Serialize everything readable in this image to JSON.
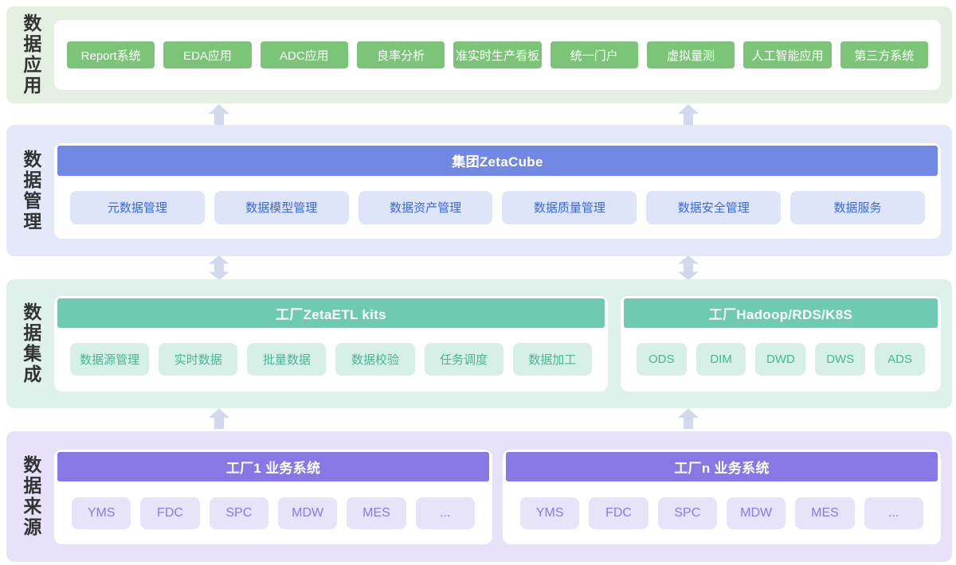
{
  "diagram": {
    "layers": [
      {
        "label": "数据应用",
        "panels": [
          {
            "header": "",
            "items": [
              "Report系统",
              "EDA应用",
              "ADC应用",
              "良率分析",
              "准实时生产看板",
              "统一门户",
              "虚拟量测",
              "人工智能应用",
              "第三方系统"
            ]
          }
        ]
      },
      {
        "label": "数据管理",
        "panels": [
          {
            "header": "集团ZetaCube",
            "items": [
              "元数据管理",
              "数据模型管理",
              "数据资产管理",
              "数据质量管理",
              "数据安全管理",
              "数据服务"
            ]
          }
        ]
      },
      {
        "label": "数据集成",
        "panels": [
          {
            "header": "工厂ZetaETL kits",
            "items": [
              "数据源管理",
              "实时数据",
              "批量数据",
              "数据校验",
              "任务调度",
              "数据加工"
            ]
          },
          {
            "header": "工厂Hadoop/RDS/K8S",
            "items": [
              "ODS",
              "DIM",
              "DWD",
              "DWS",
              "ADS"
            ]
          }
        ]
      },
      {
        "label": "数据来源",
        "panels": [
          {
            "header": "工厂1 业务系统",
            "items": [
              "YMS",
              "FDC",
              "SPC",
              "MDW",
              "MES",
              "..."
            ]
          },
          {
            "header": "工厂n 业务系统",
            "items": [
              "YMS",
              "FDC",
              "SPC",
              "MDW",
              "MES",
              "..."
            ]
          }
        ]
      }
    ],
    "connectors": [
      {
        "between": "data-application / data-management",
        "type": "up-arrow"
      },
      {
        "between": "data-management / data-integration",
        "type": "bidirectional-arrow"
      },
      {
        "between": "data-integration / data-sources",
        "type": "up-arrow"
      }
    ],
    "colors": {
      "app_band_bg": "#e4f0e2",
      "app_button": "#7cc477",
      "mgmt_band_bg": "#e4e8f9",
      "mgmt_header": "#7289e4",
      "mgmt_chip_bg": "#dfe5f8",
      "mgmt_chip_text": "#3a6ad8",
      "integration_band_bg": "#def1ea",
      "integration_header": "#6ecbb1",
      "integration_chip_bg": "#d7f0e7",
      "integration_chip_text": "#45b795",
      "source_band_bg": "#e7e2f9",
      "source_header": "#8778e5",
      "source_chip_bg": "#e7e3f9",
      "source_chip_text": "#8a7ce2",
      "arrow": "#d2d9ec",
      "label_text": "#333333"
    }
  }
}
